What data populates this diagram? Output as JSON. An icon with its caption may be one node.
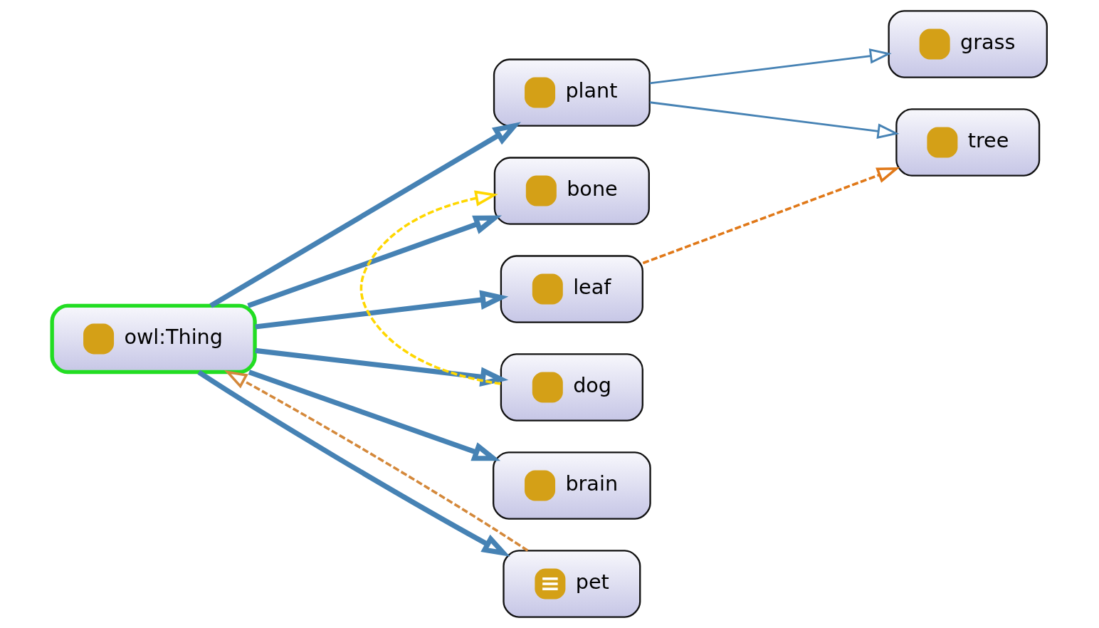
{
  "diagram": {
    "nodes": [
      {
        "text": [
          "owl:Thing"
        ]
      },
      {
        "text": [
          "plant"
        ]
      },
      {
        "text": [
          "grass"
        ]
      },
      {
        "text": [
          "tree"
        ]
      },
      {
        "text": [
          "bone"
        ]
      },
      {
        "text": [
          "leaf"
        ]
      },
      {
        "text": [
          "dog"
        ]
      },
      {
        "text": [
          "brain"
        ]
      },
      {
        "text": [
          "pet"
        ]
      }
    ],
    "edges": [
      {
        "from": 0,
        "to": 1,
        "arrow": "to"
      },
      {
        "from": 0,
        "to": 4,
        "arrow": "to"
      },
      {
        "from": 0,
        "to": 5,
        "arrow": "to"
      },
      {
        "from": 0,
        "to": 6,
        "arrow": "to"
      },
      {
        "from": 0,
        "to": 7,
        "arrow": "to"
      },
      {
        "from": 0,
        "to": 8,
        "arrow": "to"
      },
      {
        "from": 1,
        "to": 2,
        "arrow": "to"
      },
      {
        "from": 1,
        "to": 3,
        "arrow": "to"
      },
      {
        "from": 6,
        "to": 4,
        "arrow": "to",
        "style": "dashed",
        "color": "#ffd700"
      },
      {
        "from": 5,
        "to": 3,
        "arrow": "to",
        "style": "dashed",
        "color": "#e07818"
      },
      {
        "from": 8,
        "to": 0,
        "arrow": "to",
        "style": "dashed",
        "color": "#d4883a"
      }
    ]
  }
}
